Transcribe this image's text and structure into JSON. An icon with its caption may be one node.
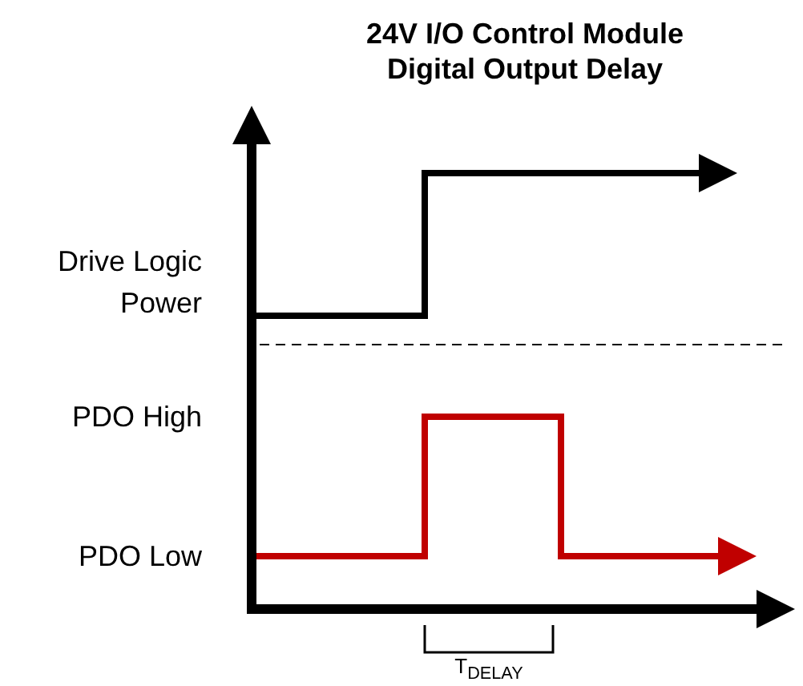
{
  "diagram": {
    "title": "24V I/O Control Module Digital Output Delay",
    "labels": [
      "Drive Logic Power",
      "PDO High",
      "PDO Low",
      "T$_{DELAY}$"
    ]
  }
}
